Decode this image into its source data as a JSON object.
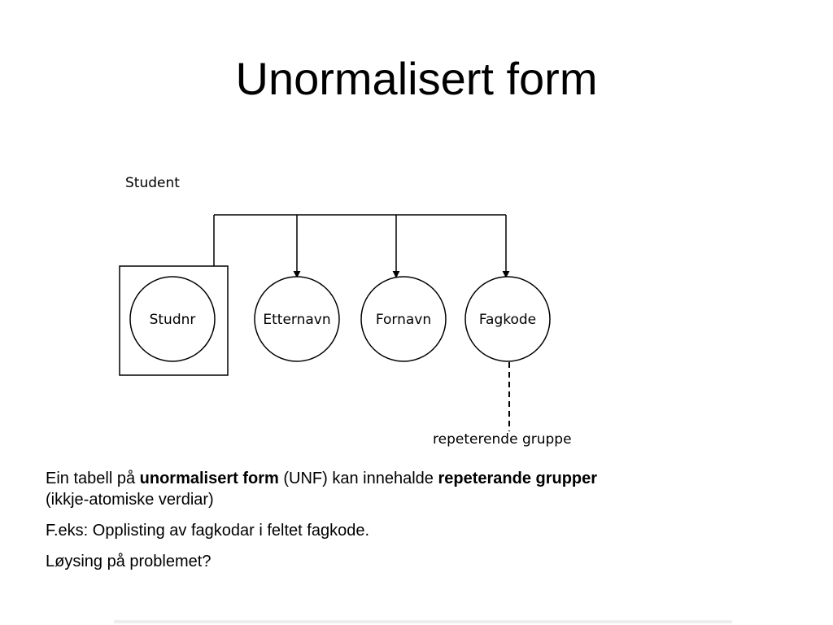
{
  "slide": {
    "title": "Unormalisert form"
  },
  "diagram": {
    "entity_label": "Student",
    "attributes": [
      "Studnr",
      "Etternavn",
      "Fornavn",
      "Fagkode"
    ],
    "annotation": "repeterende gruppe"
  },
  "body": {
    "para1_prefix": "Ein tabell på ",
    "para1_bold1": "unormalisert form",
    "para1_mid": " (UNF) kan innehalde ",
    "para1_bold2": "repeterande grupper",
    "para1_suffix": "(ikkje-atomiske verdiar)",
    "para2": "F.eks: Opplisting av fagkodar i feltet fagkode.",
    "para3": "Løysing på problemet?"
  }
}
